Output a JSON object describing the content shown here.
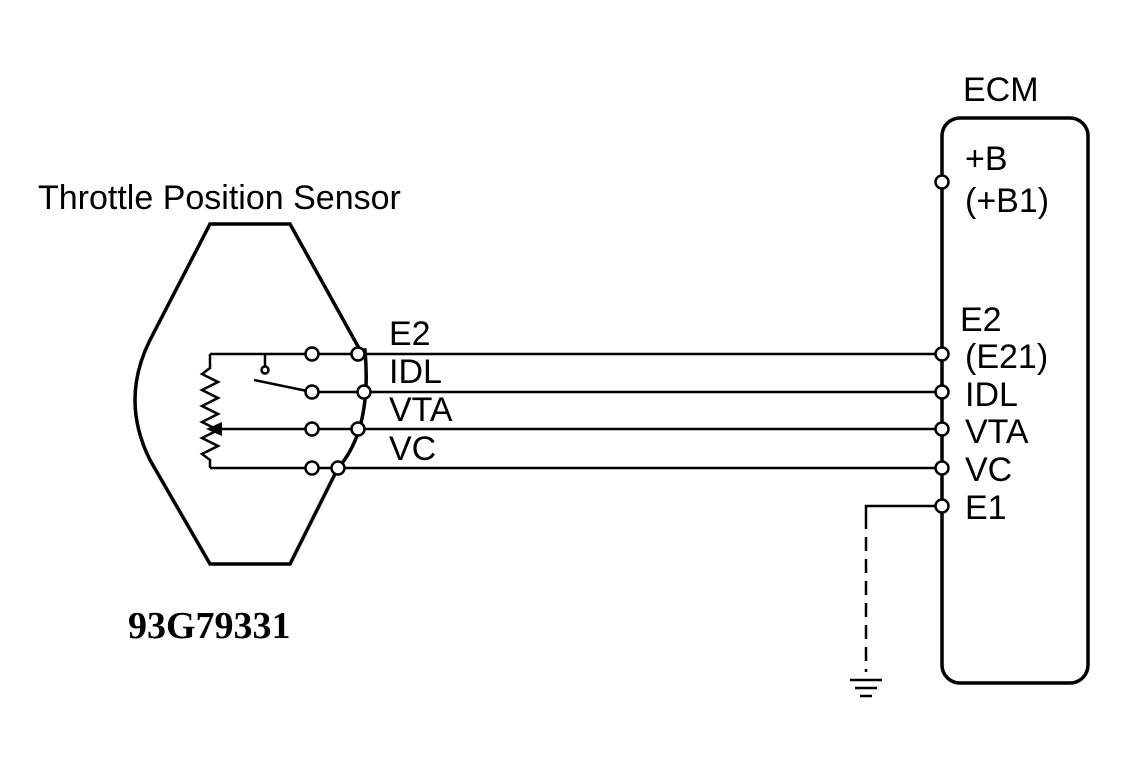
{
  "sensor": {
    "title": "Throttle Position Sensor",
    "terminals": [
      "E2",
      "IDL",
      "VTA",
      "VC"
    ]
  },
  "ecm": {
    "title": "ECM",
    "power_label": "+B",
    "power_alt": "(+B1)",
    "e2_label": "E2",
    "e2_alt": "(E21)",
    "terminals": [
      "IDL",
      "VTA",
      "VC",
      "E1"
    ]
  },
  "figure_code": "93G79331"
}
